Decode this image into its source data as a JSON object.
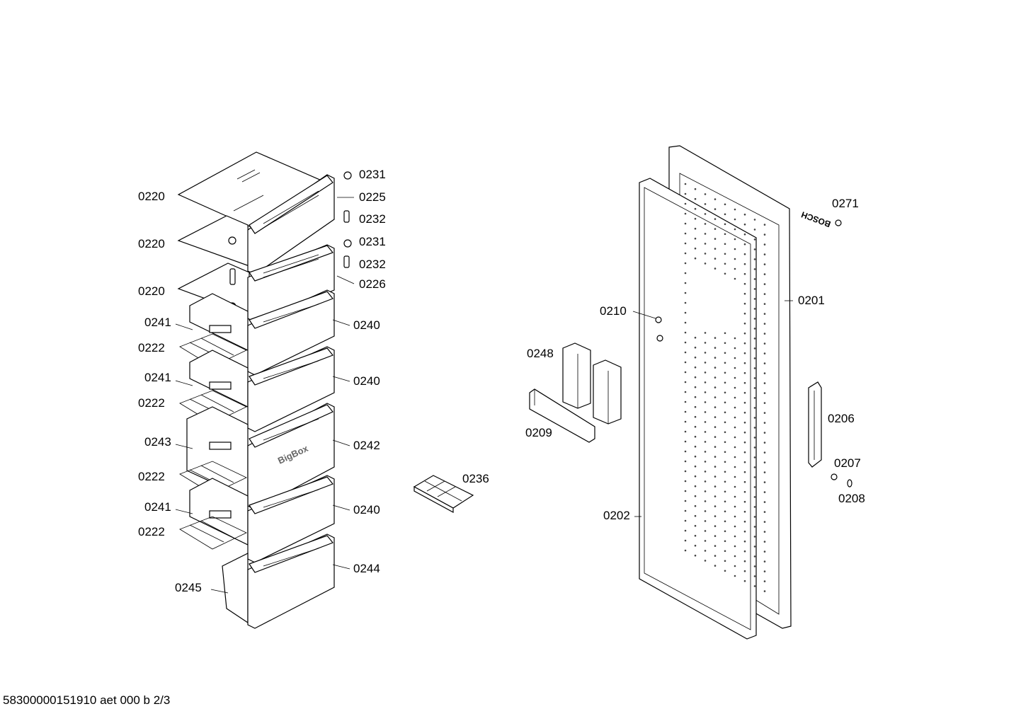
{
  "labels": {
    "l0220a": "0220",
    "l0220b": "0220",
    "l0220c": "0220",
    "l0231a": "0231",
    "l0225": "0225",
    "l0232a": "0232",
    "l0231b": "0231",
    "l0232b": "0232",
    "l0226": "0226",
    "l0241a": "0241",
    "l0240a": "0240",
    "l0222a": "0222",
    "l0241b": "0241",
    "l0240b": "0240",
    "l0222b": "0222",
    "l0243": "0243",
    "l0242": "0242",
    "l0222c": "0222",
    "l0241c": "0241",
    "l0240c": "0240",
    "l0222d": "0222",
    "l0245": "0245",
    "l0244": "0244",
    "l0236": "0236",
    "l0248": "0248",
    "l0209": "0209",
    "l0210": "0210",
    "l0202": "0202",
    "l0201": "0201",
    "l0271": "0271",
    "l0206": "0206",
    "l0207": "0207",
    "l0208": "0208"
  },
  "drawer_text": "BigBox",
  "logo_text": "BOSCH",
  "footer": "58300000151910 aet 000 b 2/3"
}
